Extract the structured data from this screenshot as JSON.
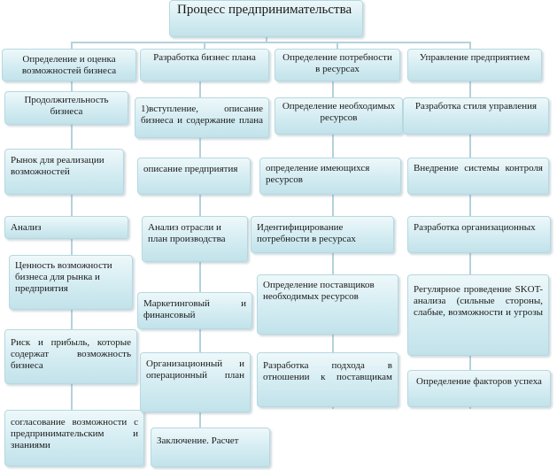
{
  "title": "Процесс предпринимательства",
  "columns": [
    {
      "header": "Определение и оценка возможностей бизнеса",
      "items": [
        "Продолжительность бизнеса",
        "Рынок для реализации возможностей",
        "Анализ",
        "Ценность возможности бизнеса для рынка и предприятия",
        "Риск и прибыль, которые содержат возможность бизнеса",
        "согласование возможности с предпринимательским и знаниями"
      ]
    },
    {
      "header": "Разработка бизнес плана",
      "items": [
        "1)вступление, описание бизнеса и содержание плана",
        "описание предприятия",
        "Анализ отрасли и план производства",
        "Маркетинговый и финансовый",
        "Организационный и операционный план",
        "Заключение. Расчет"
      ]
    },
    {
      "header": "Определение потребности в ресурсах",
      "items": [
        "Определение необходимых ресурсов",
        "определение имеющихся ресурсов",
        "Идентифицирование потребности в ресурсах",
        "Определение поставщиков необходимых ресурсов",
        "Разработка подхода в отношении к поставщикам"
      ]
    },
    {
      "header": "Управление предприятием",
      "items": [
        "Разработка стиля управления",
        "Внедрение системы контроля",
        "Разработка организационных",
        "Регулярное проведение SKOT-анализа (сильные стороны, слабые, возможности и угрозы",
        "Определение факторов успеха"
      ]
    }
  ]
}
